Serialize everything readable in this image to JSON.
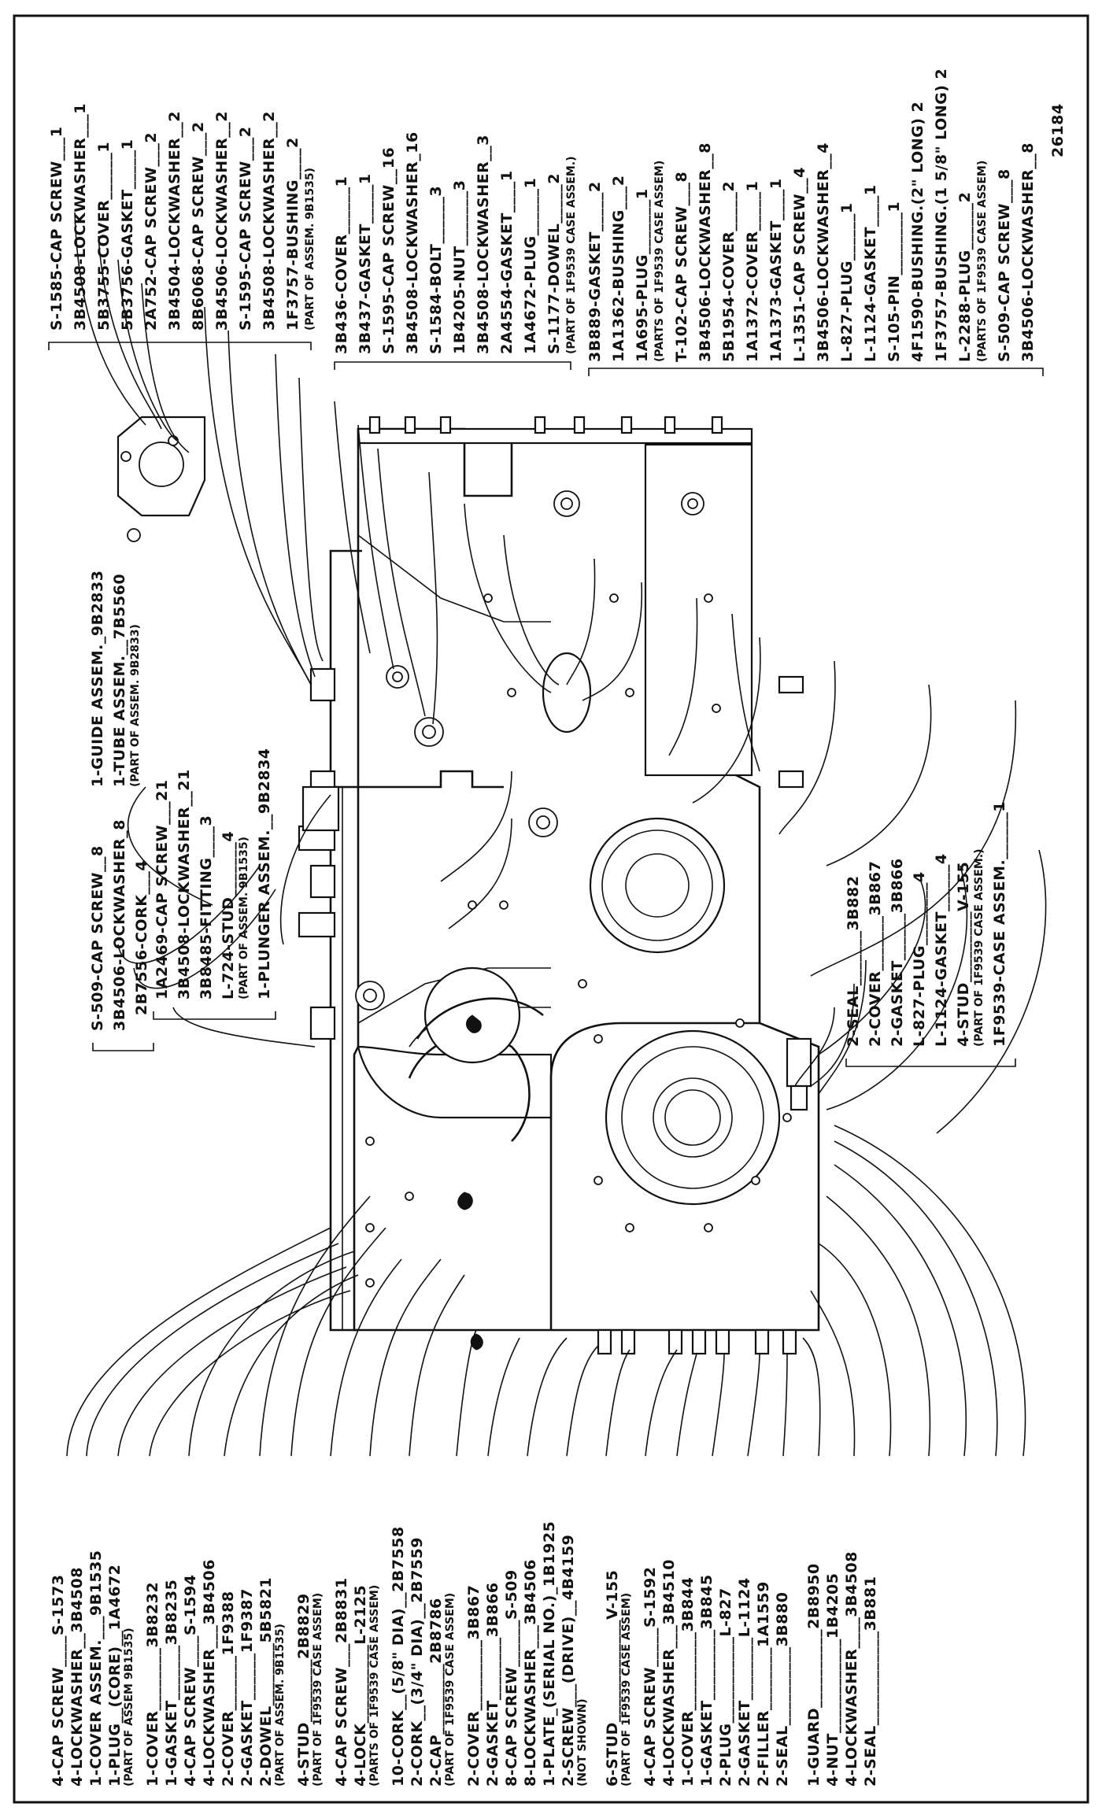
{
  "drawing_number": "26184",
  "top_column_a": [
    {
      "text": "S-1585-CAP SCREW___1"
    },
    {
      "text": "3B4508-LOCKWASHER___1"
    },
    {
      "text": "5B3755-COVER______1"
    },
    {
      "text": "5B3756-GASKET_____1"
    },
    {
      "text": "2A752-CAP SCREW___2"
    },
    {
      "text": "3B4504-LOCKWASHER__2"
    },
    {
      "text": "8B6068-CAP SCREW___2"
    },
    {
      "text": "3B4506-LOCKWASHER__2"
    },
    {
      "text": "S-1595-CAP SCREW___2"
    },
    {
      "text": "3B4508-LOCKWASHER__2"
    },
    {
      "text": "1F3757-BUSHING____2",
      "sub": "(PART OF ASSEM. 9B1535)"
    }
  ],
  "top_column_b": [
    {
      "text": "3B436-COVER______1"
    },
    {
      "text": "3B437-GASKET_____1"
    },
    {
      "text": "S-1595-CAP SCREW__16"
    },
    {
      "text": "3B4508-LOCKWASHER_16"
    },
    {
      "text": "S-1584-BOLT______3"
    },
    {
      "text": "1B4205-NUT_______3"
    },
    {
      "text": "3B4508-LOCKWASHER__3"
    },
    {
      "text": "2A4554-GASKET____1"
    },
    {
      "text": "1A4672-PLUG______1"
    },
    {
      "text": "S-1177-DOWEL_____2",
      "sub": "(PART OF 1F9539 CASE ASSEM.)"
    }
  ],
  "top_column_c": [
    {
      "text": "3B889-GASKET_____2"
    },
    {
      "text": "1A1362-BUSHING___2"
    },
    {
      "text": "1A695-PLUG_______1",
      "sub": "(PARTS OF 1F9539 CASE ASSEM)"
    },
    {
      "text": "T-102-CAP SCREW___8"
    },
    {
      "text": "3B4506-LOCKWASHER__8"
    },
    {
      "text": "5B1954-COVER_____2"
    },
    {
      "text": "1A1372-COVER_____1"
    },
    {
      "text": "1A1373-GASKET____1"
    },
    {
      "text": "L-1351-CAP SCREW__4"
    },
    {
      "text": "3B4506-LOCKWASHER__4"
    },
    {
      "text": "L-827-PLUG______1"
    },
    {
      "text": "L-1124-GASKET____1"
    },
    {
      "text": "S-105-PIN________1"
    },
    {
      "text": "4F1590-BUSHING.(2\" LONG) 2"
    },
    {
      "text": "1F3757-BUSHING.(1 5/8\" LONG) 2"
    },
    {
      "text": "L-2288-PLUG______2",
      "sub": "(PARTS OF 1F9539 CASE ASSEM)"
    },
    {
      "text": "S-509-CAP SCREW___8"
    },
    {
      "text": "3B4506-LOCKWASHER__8"
    }
  ],
  "middle_upper": [
    {
      "text": "S-509-CAP SCREW__8"
    },
    {
      "text": "3B4506-LOCKWASHER_8"
    },
    {
      "text": "2B7556-CORK___4"
    },
    {
      "text": "1-GUIDE ASSEM._9B2833"
    },
    {
      "text": "1-TUBE ASSEM.__7B5560",
      "sub": "(PART OF ASSEM. 9B2833)"
    },
    {
      "text": "1A2469-CAP SCREW___21"
    },
    {
      "text": "3B4508-LOCKWASHER__21"
    },
    {
      "text": "3B8485-FITTING____3"
    },
    {
      "text": "L-724-STUD_______4",
      "sub": "(PART OF ASSEM. 9B1535)"
    },
    {
      "text": "1-PLUNGER ASSEM.__9B2834"
    }
  ],
  "middle_lower": [
    {
      "text": "2-SEAL_______3B882"
    },
    {
      "text": "2-COVER_______3B867"
    },
    {
      "text": "2-GASKET______3B866"
    },
    {
      "text": "L-827-PLUG________4"
    },
    {
      "text": "L-1124-GASKET______4"
    },
    {
      "text": "4-STUD_________V-155",
      "sub": "(PART OF 1F9539 CASE ASSEM.)"
    },
    {
      "text": "1F9539-CASE ASSEM.______1"
    }
  ],
  "bottom_labels": [
    {
      "text": "4-CAP SCREW____S-1573"
    },
    {
      "text": "4-LOCKWASHER__3B4508"
    },
    {
      "text": "1-COVER ASSEM.___9B1535"
    },
    {
      "text": "1-PLUG__(CORE)__1A4672",
      "sub": "(PART OF ASSEM 9B1535)"
    },
    {
      "text": "1-COVER________3B8232"
    },
    {
      "text": "1-GASKET_______3B8235"
    },
    {
      "text": "4-CAP SCREW____S-1594"
    },
    {
      "text": "4-LOCKWASHER___3B4506"
    },
    {
      "text": "2-COVER_______1F9388"
    },
    {
      "text": "2-GASKET______1F9387"
    },
    {
      "text": "2-DOWEL________5B5821",
      "sub": "(PART OF ASSEM. 9B1535)"
    },
    {
      "text": "4-STUD________2B8829",
      "sub": "(PART OF 1F9539 CASE ASSEM)"
    },
    {
      "text": "4-CAP SCREW___2B8831"
    },
    {
      "text": "4-LOCK__________L-2125",
      "sub": "(PARTS OF 1F9539 CASE ASSEM)"
    },
    {
      "text": "10-CORK__(5/8\" DIA)__2B7558"
    },
    {
      "text": "2-CORK__(3/4\" DIA)__2B7559"
    },
    {
      "text": "2-CAP_________2B8786",
      "sub": "(PART OF 1F9539 CASE ASSEM)"
    },
    {
      "text": "2-COVER_________3B867"
    },
    {
      "text": "2-GASKET________3B866"
    },
    {
      "text": "8-CAP SCREW______S-509"
    },
    {
      "text": "8-LOCKWASHER___3B4506"
    },
    {
      "text": "1-PLATE_(SERIAL NO.)_1B1925"
    },
    {
      "text": "2-SCREW___(DRIVE)__4B4159",
      "sub": "(NOT SHOWN)"
    },
    {
      "text": "6-STUD_____________V-155",
      "sub": "(PART OF 1F9539 CASE ASSEM)"
    },
    {
      "text": "4-CAP SCREW_____S-1592"
    },
    {
      "text": "4-LOCKWASHER___3B4510"
    },
    {
      "text": "1-COVER__________3B844"
    },
    {
      "text": "1-GASKET_________3B845"
    },
    {
      "text": "2-PLUG___________L-827"
    },
    {
      "text": "2-GASKET________L-1124"
    },
    {
      "text": "2-FILLER________1A1559"
    },
    {
      "text": "2-SEAL__________3B880"
    },
    {
      "text": "1-GUARD__________2B8950"
    },
    {
      "text": "4-NUT____________1B4205"
    },
    {
      "text": "4-LOCKWASHER____3B4508"
    },
    {
      "text": "2-SEAL____________3B881"
    }
  ]
}
